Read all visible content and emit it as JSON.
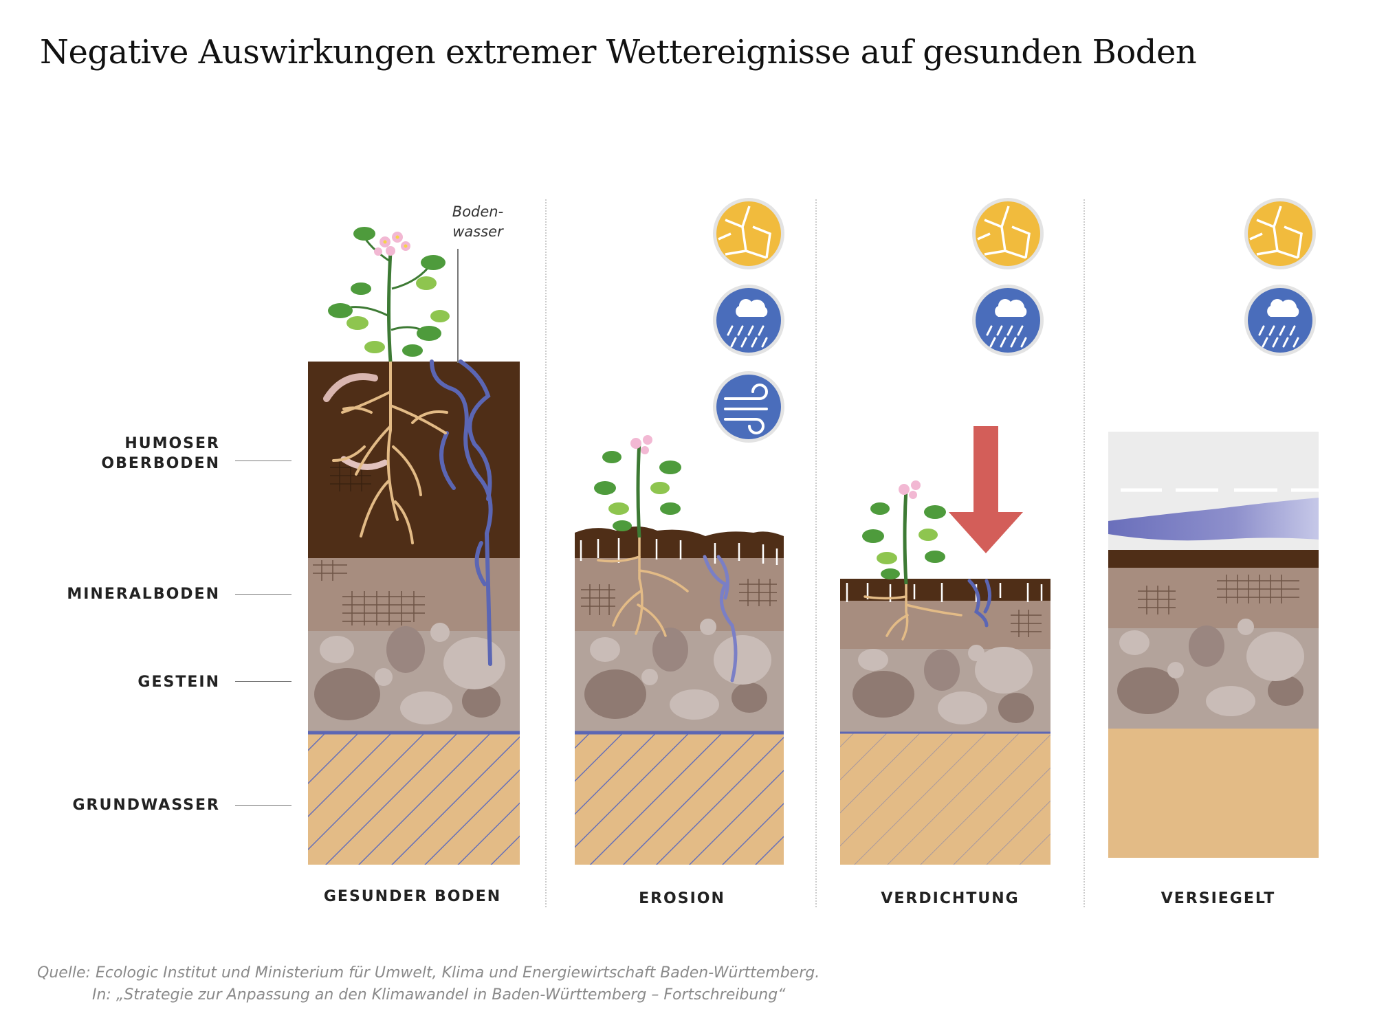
{
  "title": "Negative Auswirkungen extremer Wettereignisse auf gesunden Boden",
  "layer_labels": {
    "humus_line1": "HUMOSER",
    "humus_line2": "OBERBODEN",
    "mineral": "MINERALBODEN",
    "rock": "GESTEIN",
    "groundwater": "GRUNDWASSER"
  },
  "soilwater_label_line1": "Boden-",
  "soilwater_label_line2": "wasser",
  "columns": [
    {
      "label": "GESUNDER BODEN",
      "icons": []
    },
    {
      "label": "EROSION",
      "icons": [
        "drought-icon",
        "heavy-rain-icon",
        "wind-icon"
      ]
    },
    {
      "label": "VERDICHTUNG",
      "icons": [
        "drought-icon",
        "heavy-rain-icon"
      ]
    },
    {
      "label": "VERSIEGELT",
      "icons": [
        "drought-icon",
        "heavy-rain-icon"
      ]
    }
  ],
  "colors": {
    "humus": "#4f2e17",
    "mineral": "#a78d7f",
    "rock": "#b3a39b",
    "groundwater": "#e3bb86",
    "water": "#5b66b4",
    "drought": "#f1bb3d",
    "rain_wind": "#4a6dbb",
    "arrow": "#d35e59",
    "road": "#ececec"
  },
  "source": {
    "line1": "Quelle: Ecologic Institut und Ministerium für Umwelt, Klima und Energiewirtschaft Baden-Württemberg.",
    "line2": "In: „Strategie zur Anpassung an den Klimawandel in Baden-Württemberg – Fortschreibung“"
  }
}
